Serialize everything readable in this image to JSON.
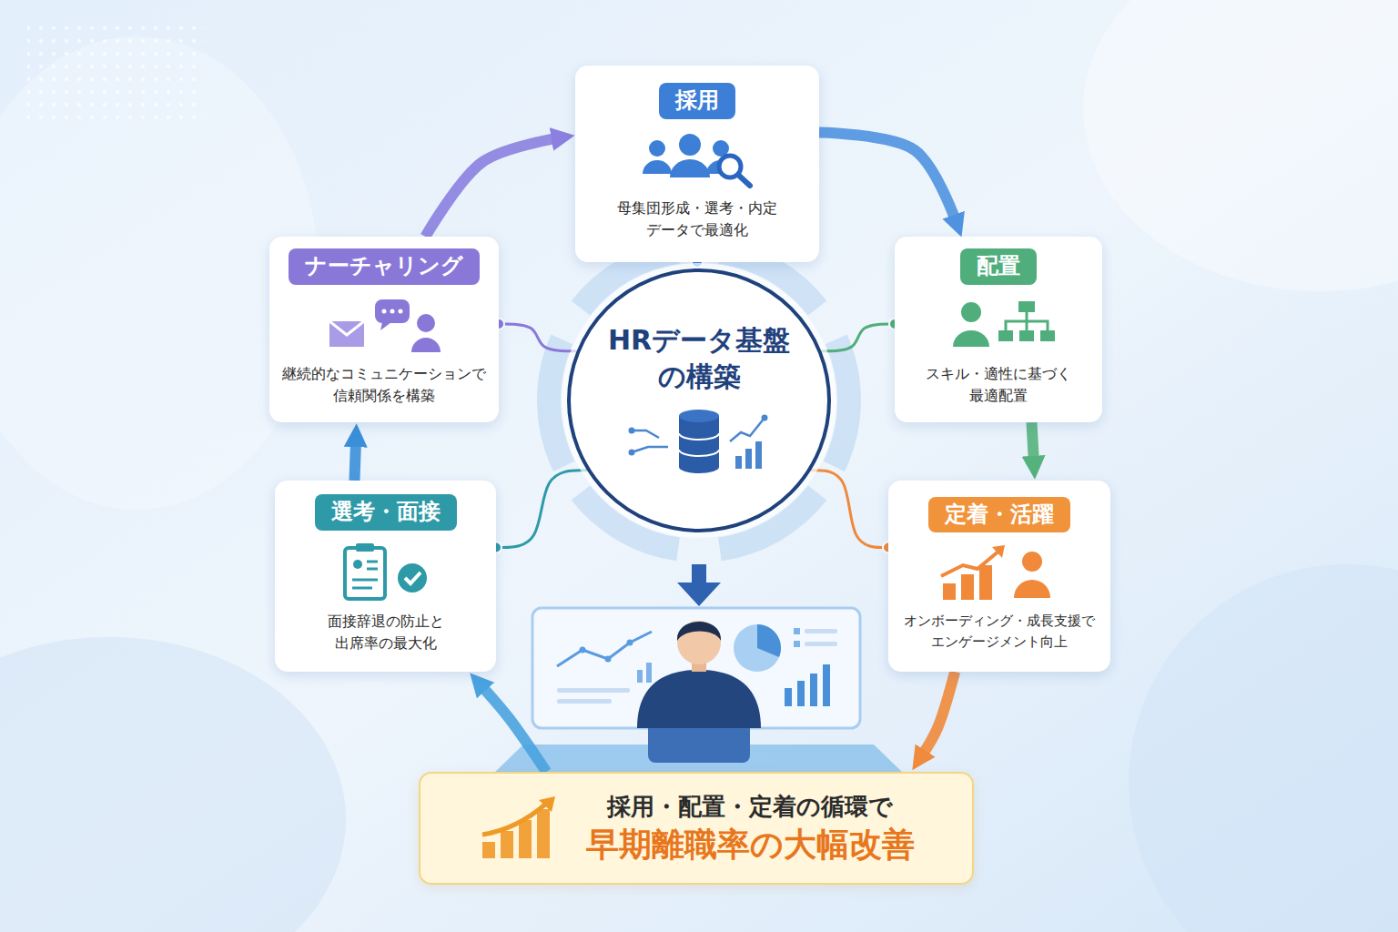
{
  "diagram": {
    "nodes": [
      {
        "text": [
          "採用",
          "母集団形成・選考・内定 データで最適化"
        ]
      },
      {
        "text": [
          "ナーチャリング",
          "継続的なコミュニケーションで 信頼関係を構築"
        ]
      },
      {
        "text": [
          "配置",
          "スキル・適性に基づく 最適配置"
        ]
      },
      {
        "text": [
          "HRデータ基盤 の構築"
        ]
      },
      {
        "text": [
          "選考・面接",
          "面接辞退の防止と 出席率の最大化"
        ]
      },
      {
        "text": [
          "定着・活躍",
          "オンボーディング・成長支援で エンゲージメント向上"
        ]
      },
      {
        "text": [
          "採用・配置・定着の循環で",
          "早期離職率の大幅改善"
        ]
      }
    ],
    "edges": [
      {
        "from": 0,
        "to": 2,
        "arrow": "to"
      },
      {
        "from": 2,
        "to": 5,
        "arrow": "to"
      },
      {
        "from": 5,
        "to": 6,
        "arrow": "to"
      },
      {
        "from": 6,
        "to": 4,
        "arrow": "to"
      },
      {
        "from": 4,
        "to": 1,
        "arrow": "to"
      },
      {
        "from": 1,
        "to": 0,
        "arrow": "to"
      },
      {
        "from": 0,
        "to": 3,
        "arrow": "none"
      },
      {
        "from": 2,
        "to": 3,
        "arrow": "none"
      },
      {
        "from": 5,
        "to": 3,
        "arrow": "none"
      },
      {
        "from": 4,
        "to": 3,
        "arrow": "none"
      },
      {
        "from": 1,
        "to": 3,
        "arrow": "none"
      }
    ]
  }
}
